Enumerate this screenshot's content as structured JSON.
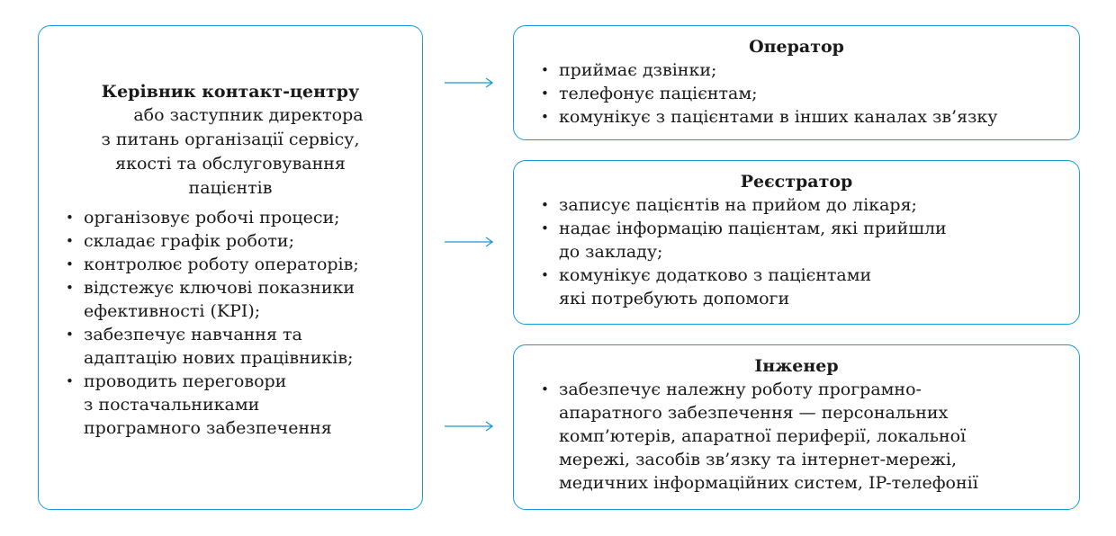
{
  "manager": {
    "title": "Керівник контакт-центру",
    "subtitle": [
      "або заступник директора",
      "з питань організації сервісу,",
      "якості та обслуговування",
      "пацієнтів"
    ],
    "items": [
      [
        "організовує робочі процеси;"
      ],
      [
        "складає графік роботи;"
      ],
      [
        "контролює роботу операторів;"
      ],
      [
        "відстежує ключові показники",
        "ефективності (KPI);"
      ],
      [
        "забезпечує навчання та",
        "адаптацію нових працівників;"
      ],
      [
        "проводить переговори",
        "з постачальниками",
        "програмного забезпечення"
      ]
    ]
  },
  "roles": [
    {
      "title": "Оператор",
      "items": [
        [
          "приймає дзвінки;"
        ],
        [
          "телефонує пацієнтам;"
        ],
        [
          "комунікує з пацієнтами в інших каналах зв’язку"
        ]
      ]
    },
    {
      "title": "Реєстратор",
      "items": [
        [
          "записує пацієнтів на прийом до лікаря;"
        ],
        [
          "надає інформацію пацієнтам, які прийшли",
          "до закладу;"
        ],
        [
          "комунікує додатково з пацієнтами",
          "які потребують допомоги"
        ]
      ]
    },
    {
      "title": "Інженер",
      "items": [
        [
          "забезпечує належну роботу програмно-",
          "апаратного забезпечення — персональних",
          "комп’ютерів, апаратної периферії, локальної",
          "мережі, засобів зв’язку та інтернет-мережі,",
          "медичних інформаційних систем, IP-телефонії"
        ]
      ]
    }
  ],
  "colors": {
    "accent": "#1a9ad6"
  }
}
